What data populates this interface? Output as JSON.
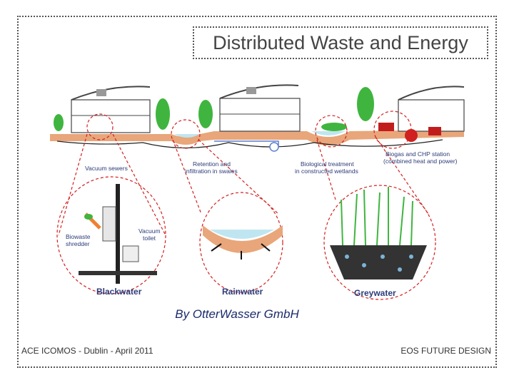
{
  "title": "Distributed Waste and Energy",
  "credit": "By OtterWasser GmbH",
  "footer": {
    "left": "ACE ICOMOS - Dublin - April 2011",
    "right": "EOS FUTURE DESIGN"
  },
  "labels": {
    "vacuum_sewers": "Vacuum sewers",
    "retention_1": "Retention and",
    "retention_2": "infiltration in swales",
    "bio_treat_1": "Biological treatment",
    "bio_treat_2": "in constructed wetlands",
    "biogas_1": "Biogas and CHP station",
    "biogas_2": "(combined heat and power)",
    "biowaste_1": "Biowaste",
    "biowaste_2": "shredder",
    "vacuum_toilet_1": "Vacuum",
    "vacuum_toilet_2": "toilet",
    "blackwater": "Blackwater",
    "rainwater": "Rainwater",
    "greywater": "Greywater"
  },
  "colors": {
    "ground": "#e8a67a",
    "plant": "#3fb53f",
    "water": "#bfe6f0",
    "dash": "#d42020",
    "text": "#2c3b78",
    "pipe": "#5b7fd0"
  }
}
